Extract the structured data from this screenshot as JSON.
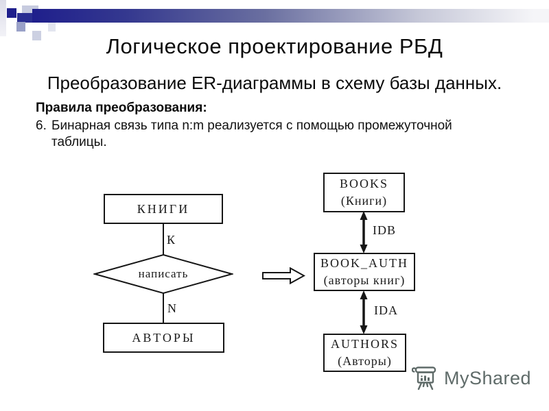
{
  "slide": {
    "title": "Логическое проектирование РБД",
    "subtitle": "Преобразование ER-диаграммы в схему базы данных.",
    "rules_heading": "Правила преобразования:",
    "rule_number": "6.",
    "rule_text_line1": "Бинарная связь типа n:m реализуется с помощью промежуточной",
    "rule_text_line2": "таблицы."
  },
  "er_diagram": {
    "entity_top": "КНИГИ",
    "cardinality_top": "К",
    "relation": "написать",
    "cardinality_bottom": "N",
    "entity_bottom": "АВТОРЫ"
  },
  "schema_diagram": {
    "table_top_name": "BOOKS",
    "table_top_alias": "(Книги)",
    "link_top_label": "IDB",
    "table_middle_name": "BOOK_AUTH",
    "table_middle_alias": "(авторы книг)",
    "link_bottom_label": "IDA",
    "table_bottom_name": "AUTHORS",
    "table_bottom_alias": "(Авторы)"
  },
  "watermark": {
    "brand": "MyShared"
  },
  "colors": {
    "accent_navy": "#1f1f8c",
    "watermark_gray": "#5f6b69",
    "diagram_stroke": "#161616"
  }
}
